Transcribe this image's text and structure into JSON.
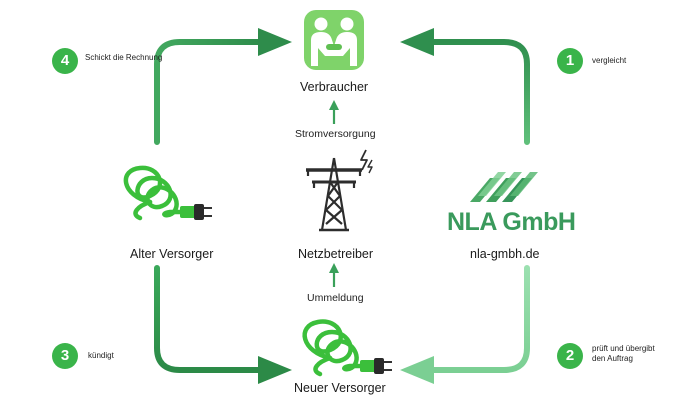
{
  "colors": {
    "arrow_dark": "#2f8f4e",
    "arrow_light": "#8fd6a4",
    "badge": "#3ab44a",
    "cable": "#3bbf3b",
    "icon_bg": "#7fd36a",
    "logo": "#3a9a5c"
  },
  "nodes": {
    "consumer": "Verbraucher",
    "old_supplier": "Alter Versorger",
    "grid_operator": "Netzbetreiber",
    "company_url": "nla-gmbh.de",
    "new_supplier": "Neuer Versorger"
  },
  "flows": {
    "power_supply": "Stromversorgung",
    "re_registration": "Ummeldung"
  },
  "logo": {
    "text": "NLA GmbH"
  },
  "steps": [
    {
      "number": "1",
      "text": "vergleicht"
    },
    {
      "number": "2",
      "text": "prüft und übergibt\nden Auftrag"
    },
    {
      "number": "3",
      "text": "kündigt"
    },
    {
      "number": "4",
      "text": "Schickt die Rechnung"
    }
  ],
  "icons": {
    "consumer": "handshake-icon",
    "grid": "power-tower-icon",
    "supplier": "power-plug-cable-icon",
    "company": "nla-logo-icon"
  }
}
